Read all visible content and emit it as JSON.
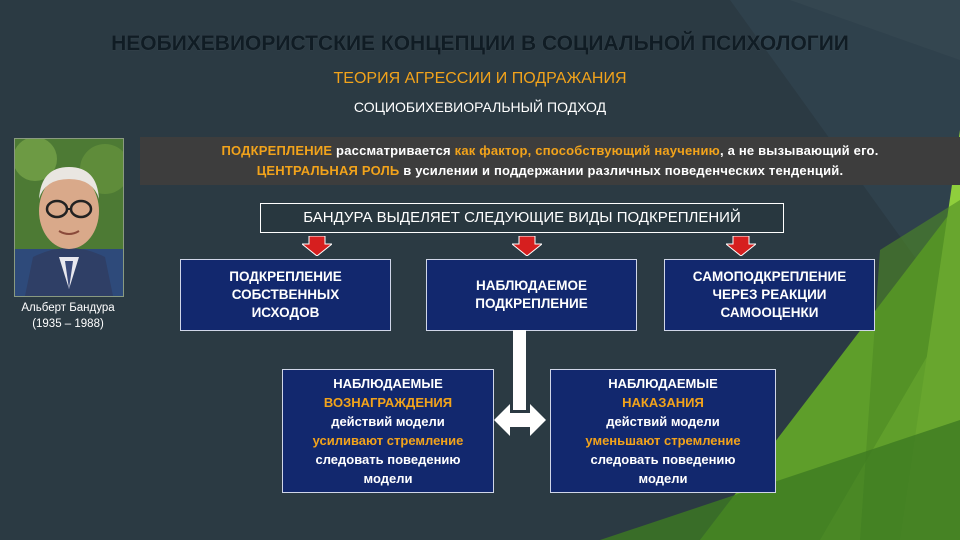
{
  "title": "НЕОБИХЕВИОРИСТСКИЕ КОНЦЕПЦИИ В СОЦИАЛЬНОЙ ПСИХОЛОГИИ",
  "subtitle": "ТЕОРИЯ АГРЕССИИ И ПОДРАЖАНИЯ",
  "approach": "СОЦИОБИХЕВИОРАЛЬНЫЙ ПОДХОД",
  "definition": {
    "line1_term": "ПОДКРЕПЛЕНИЕ",
    "line1_mid": " рассматривается ",
    "line1_emph": "как фактор, способствующий научению",
    "line1_end": ", а не вызывающий его.",
    "line2_term": "ЦЕНТРАЛЬНАЯ РОЛЬ",
    "line2_end": " в усилении и поддержании различных поведенческих тенденций."
  },
  "portrait": {
    "name": "Альберт Бандура",
    "years": "(1935 – 1988)"
  },
  "bandura_heading": "БАНДУРА ВЫДЕЛЯЕТ СЛЕДУЮЩИЕ ВИДЫ ПОДКРЕПЛЕНИЙ",
  "types": [
    {
      "lines": [
        "ПОДКРЕПЛЕНИЕ",
        "СОБСТВЕННЫХ",
        "ИСХОДОВ"
      ]
    },
    {
      "lines": [
        "НАБЛЮДАЕМОЕ",
        "ПОДКРЕПЛЕНИЕ"
      ]
    },
    {
      "lines": [
        "САМОПОДКРЕПЛЕНИЕ",
        "ЧЕРЕЗ РЕАКЦИИ",
        "САМООЦЕНКИ"
      ]
    }
  ],
  "rewards": {
    "l1": "НАБЛЮДАЕМЫЕ",
    "l2": "ВОЗНАГРАЖДЕНИЯ",
    "l3": "действий модели",
    "l4": "усиливают стремление",
    "l5": "следовать поведению",
    "l6": "модели"
  },
  "punishments": {
    "l1": "НАБЛЮДАЕМЫЕ",
    "l2": "НАКАЗАНИЯ",
    "l3": "действий модели",
    "l4": "уменьшают стремление",
    "l5": "следовать поведению",
    "l6": "модели"
  },
  "colors": {
    "background": "#2b3a43",
    "accent_orange": "#f2a31b",
    "box_blue": "#12286e",
    "arrow_red": "#d61f1f",
    "green_accent": "#7cb82f"
  }
}
